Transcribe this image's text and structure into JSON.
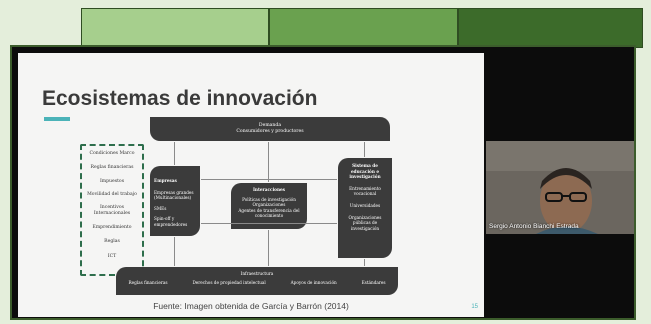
{
  "slide": {
    "title": "Ecosistemas de innovación",
    "source": "Fuente: Imagen obtenida de García y Barrón (2014)",
    "page_number": "15",
    "conditions": [
      "Condiciones Marco",
      "Reglas financieras",
      "Impuestos",
      "Movilidad del trabajo",
      "Incentivos Internacionales",
      "Emprendimiento",
      "Reglas",
      "ICT"
    ],
    "demand": {
      "title": "Demanda",
      "subtitle": "Consumidores y productores"
    },
    "companies": {
      "title": "Empresas",
      "items": [
        "Empresas grandes (Multinacionales)",
        "SMEs",
        "Spin-off y emprendedores"
      ]
    },
    "interactions": {
      "title": "Interacciones",
      "items": [
        "Políticas de investigación",
        "Organizaciones",
        "Agentes de transferencia del conocimiento"
      ]
    },
    "education": {
      "title": "Sistema de educación e investigación",
      "items": [
        "Entrenamiento vocacional",
        "Universidades",
        "Organizaciones públicas de investigación"
      ]
    },
    "infrastructure": {
      "title": "Infraestructura",
      "items": [
        "Reglas financieras",
        "Derechos de propiedad intelectual",
        "Apoyos de innovación",
        "Estándares"
      ]
    }
  },
  "video": {
    "participant_name": "Sergio Antonio Bianchi Estrada"
  },
  "colors": {
    "accent": "#4bb3b8",
    "dashed_border": "#2e6e4c",
    "dark_box": "#3b3b3b"
  }
}
